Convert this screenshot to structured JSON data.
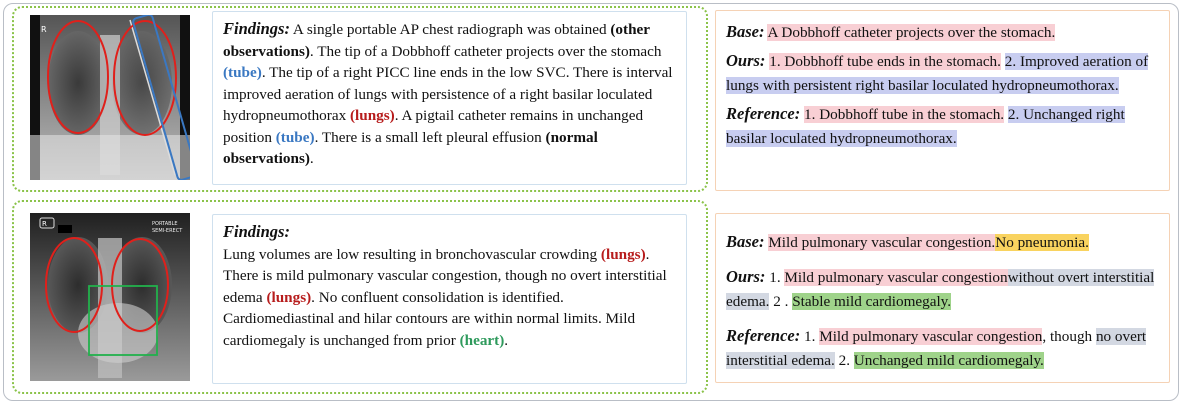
{
  "colors": {
    "frame": "#b9bec6",
    "dotted_green": "#8bc34a",
    "findings_border": "#cfe0ee",
    "comparison_border": "#f5d2b5",
    "highlight_pink": "#f8cfd4",
    "highlight_blue": "#c8cdf0",
    "highlight_yellow": "#f9d35f",
    "highlight_gray": "#d3d8e2",
    "highlight_green": "#9fd38a",
    "tag_blue": "#3a78c2",
    "tag_red": "#b71c1c",
    "tag_green": "#2e9a5c",
    "ellipse_red": "#e0201b",
    "rect_blue": "#3a78c2",
    "rect_green": "#22b14c"
  },
  "example1": {
    "xray": {
      "marker": "R"
    },
    "findings": {
      "label": "Findings:",
      "t1": " A single portable AP chest radiograph was obtained ",
      "tag1": "(other observations)",
      "t2": ". The tip of a Dobbhoff catheter projects over the stomach ",
      "tag2": "(tube)",
      "t3": ". The tip of a right PICC line ends in the low SVC. There is interval improved aeration of lungs with persistence of a right basilar loculated hydropneumothorax ",
      "tag3": "(lungs)",
      "t4": ".  A pigtail catheter remains in unchanged position ",
      "tag4": "(tube)",
      "t5": ". There is a small left pleural effusion ",
      "tag5": "(normal observations)",
      "t6": "."
    },
    "comparison": {
      "base_label": "Base:",
      "base_text": "A Dobbhoff catheter projects over the stomach.",
      "ours_label": "Ours:",
      "ours_1": "1. Dobbhoff tube ends in the stomach.",
      "ours_2": "2. Improved aeration of lungs with persistent right basilar loculated hydropneumothorax.",
      "ref_label": "Reference:",
      "ref_1": "1. Dobbhoff tube in the stomach.",
      "ref_2": "2. Unchanged right basilar loculated hydropneumothorax."
    }
  },
  "example2": {
    "xray": {
      "marker": "R",
      "caption_1": "PORTABLE",
      "caption_2": "SEMI-ERECT"
    },
    "findings": {
      "label": "Findings:",
      "t1": "Lung volumes are low resulting in bronchovascular crowding ",
      "tag1": "(lungs)",
      "t2": ". There is mild pulmonary vascular congestion, though no overt interstitial edema ",
      "tag2": "(lungs)",
      "t3": ". No confluent consolidation is identified. Cardiomediastinal and hilar contours are within normal limits. Mild cardiomegaly is unchanged from prior ",
      "tag3": "(heart)",
      "t4": "."
    },
    "comparison": {
      "base_label": "Base:",
      "base_1": "Mild pulmonary vascular congestion.",
      "base_2": "No pneumonia.",
      "ours_label": "Ours:",
      "ours_num1": "1.",
      "ours_1": "Mild pulmonary vascular congestion",
      "ours_2": "without overt interstitial edema.",
      "ours_num2": "2 .",
      "ours_3": "Stable mild cardiomegaly.",
      "ref_label": "Reference:",
      "ref_num1": "1.",
      "ref_1": "Mild pulmonary vascular congestion",
      "ref_comma": ", though",
      "ref_2": "no overt interstitial edema.",
      "ref_num2": "2.",
      "ref_3": "Unchanged mild cardiomegaly."
    }
  }
}
